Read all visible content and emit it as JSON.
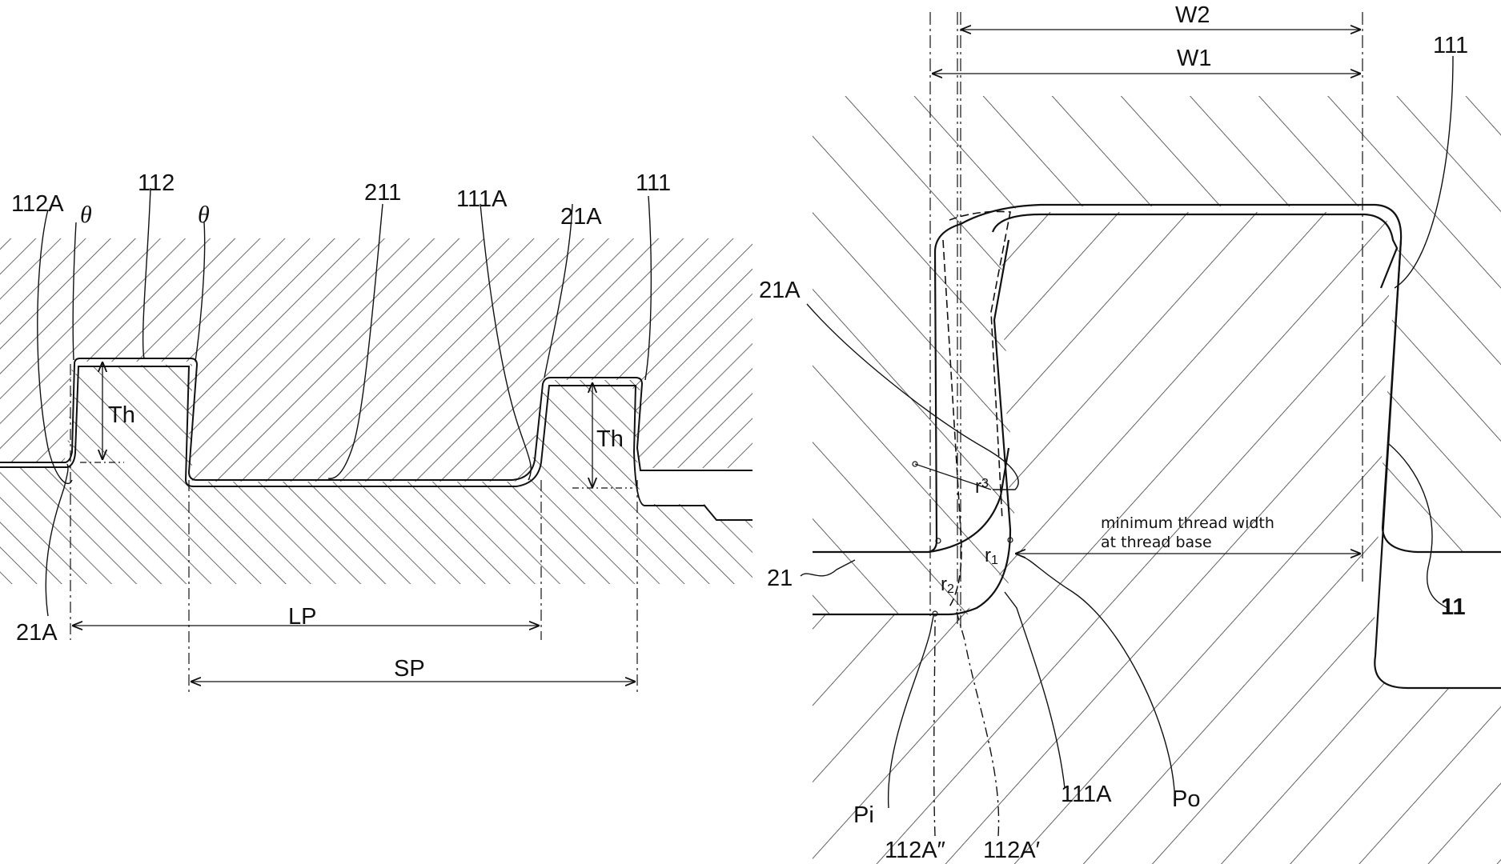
{
  "colors": {
    "ink": "#111111",
    "paper": "#ffffff",
    "hatch": "#3a3a3a"
  },
  "left_view": {
    "labels": {
      "label_112A": "112A",
      "label_theta_left": "θ",
      "label_112": "112",
      "label_theta_right": "θ",
      "label_211": "211",
      "label_111A": "111A",
      "label_21A_top": "21A",
      "label_111": "111",
      "label_Th_left": "Th",
      "label_Th_right": "Th",
      "label_21A_bottom": "21A",
      "label_LP": "LP",
      "label_SP": "SP"
    }
  },
  "right_view": {
    "labels": {
      "label_W2": "W2",
      "label_W1": "W1",
      "label_111": "111",
      "label_21A": "21A",
      "label_r3": "r",
      "label_r3_sub": "3",
      "label_r1": "r",
      "label_r1_sub": "1",
      "label_r2": "r",
      "label_r2_sub": "2",
      "label_21": "21",
      "label_min_width_line1": "minimum thread width",
      "label_min_width_line2": "at thread base",
      "label_11": "11",
      "label_Pi": "Pi",
      "label_111A": "111A",
      "label_Po": "Po",
      "label_112A_dprime": "112A″",
      "label_112A_prime": "112A′"
    }
  }
}
